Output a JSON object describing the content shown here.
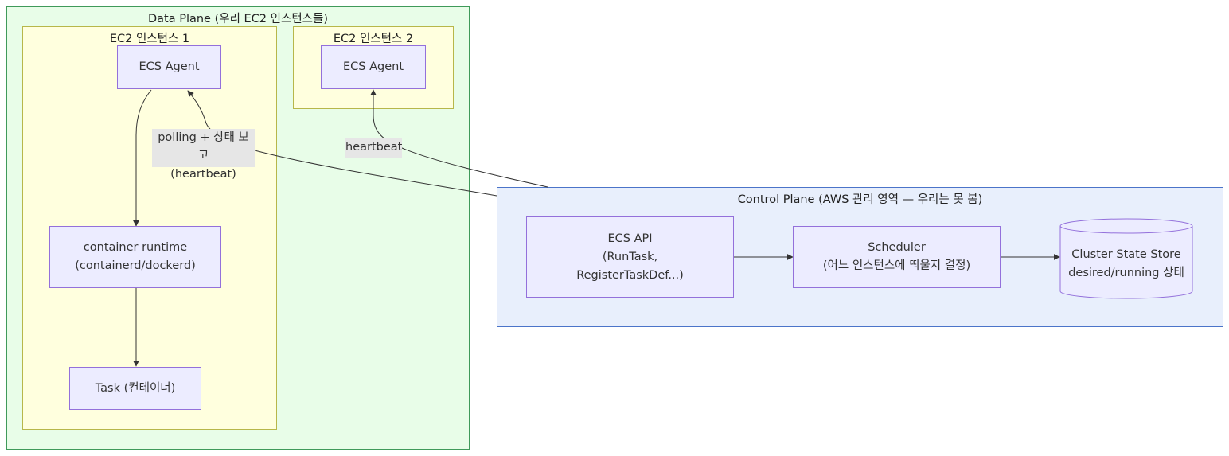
{
  "clusters": {
    "data_plane": "Data Plane (우리 EC2 인스턴스들)",
    "ec2_1": "EC2 인스턴스 1",
    "ec2_2": "EC2 인스턴스 2",
    "control_plane": "Control Plane (AWS 관리 영역 — 우리는 못 봄)"
  },
  "nodes": {
    "agent1": "ECS Agent",
    "agent2": "ECS Agent",
    "runtime": "container runtime\n(containerd/dockerd)",
    "task": "Task (컨테이너)",
    "ecs_api": "ECS API\n(RunTask,\nRegisterTaskDef...)",
    "scheduler": "Scheduler\n(어느 인스턴스에 띄울지 결정)",
    "state_store": "Cluster State Store\ndesired/running 상태"
  },
  "edge_labels": {
    "polling": "polling + 상태 보고\n(heartbeat)",
    "heartbeat": "heartbeat"
  },
  "colors": {
    "green_fill": "#e8fde8",
    "yellow_fill": "#ffffde",
    "blue_fill": "#e8effc",
    "node_fill": "#ececff",
    "node_border": "#9370db"
  }
}
